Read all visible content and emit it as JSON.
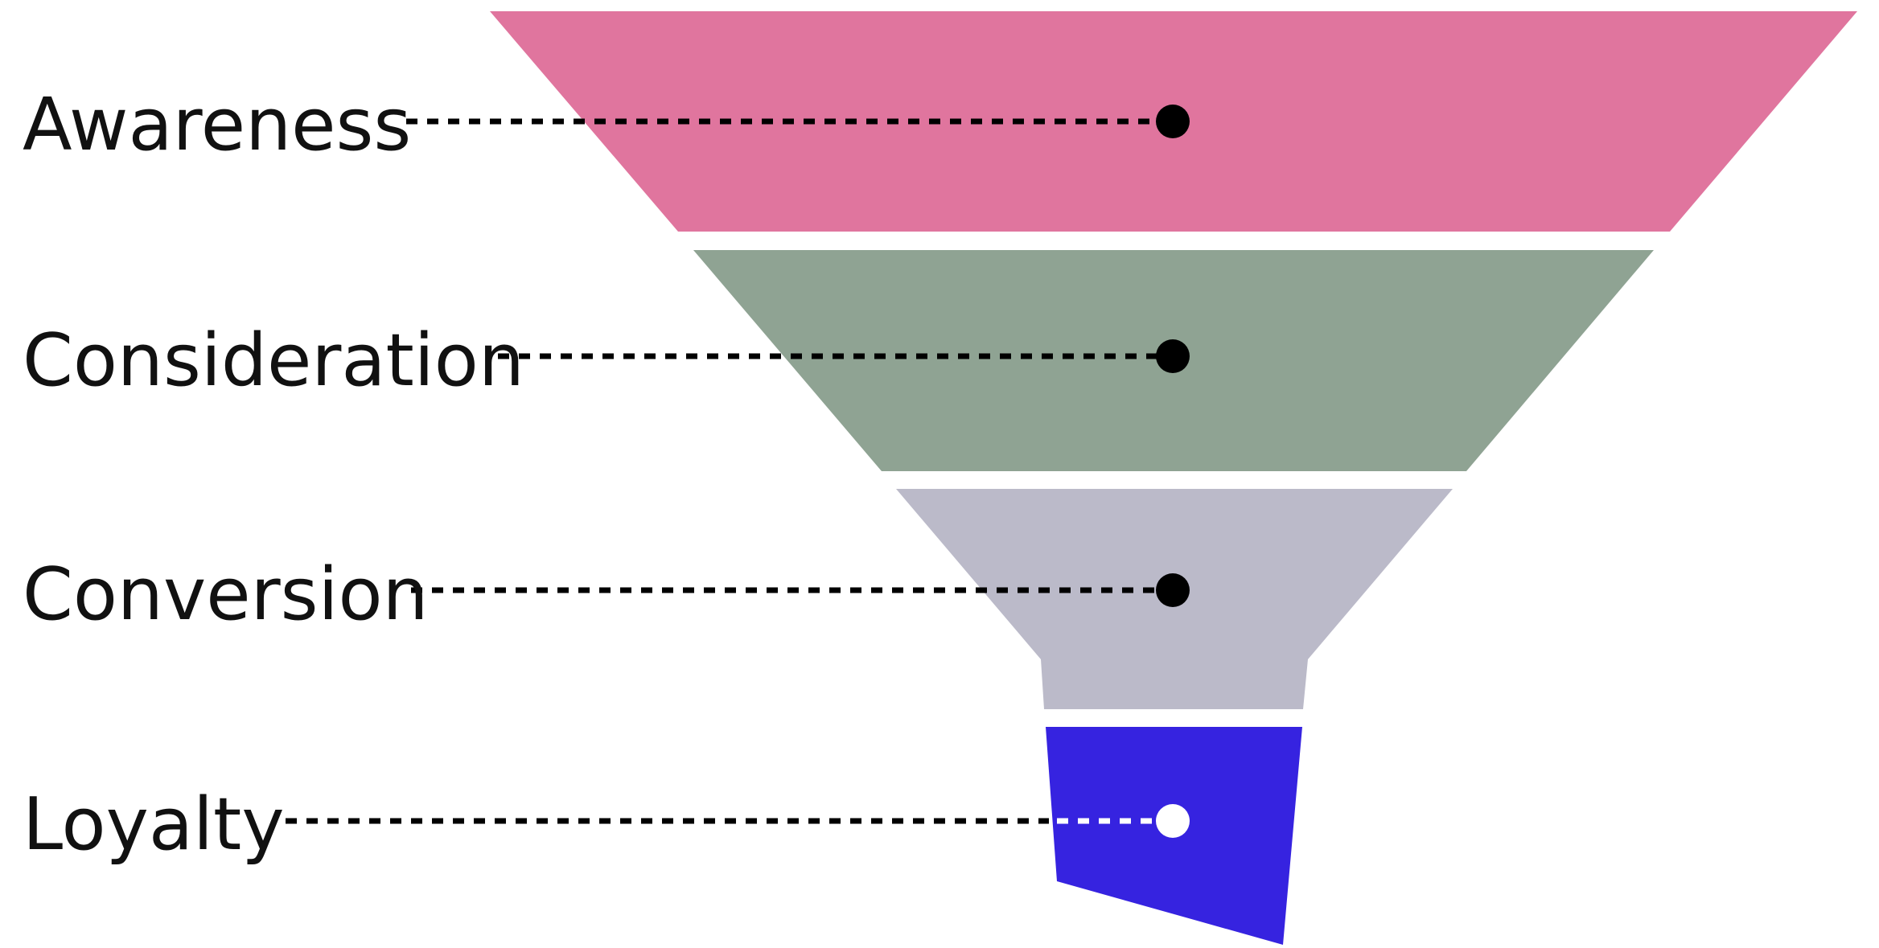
{
  "stages": [
    {
      "label": "Awareness",
      "color": "#e0759e",
      "dot": "#000000",
      "line": "#000000"
    },
    {
      "label": "Consideration",
      "color": "#8fa393",
      "dot": "#000000",
      "line": "#000000"
    },
    {
      "label": "Conversion",
      "color": "#bbbac9",
      "dot": "#000000",
      "line": "#000000"
    },
    {
      "label": "Loyalty",
      "color": "#3623e0",
      "dot": "#ffffff",
      "line": "#ffffff"
    }
  ]
}
